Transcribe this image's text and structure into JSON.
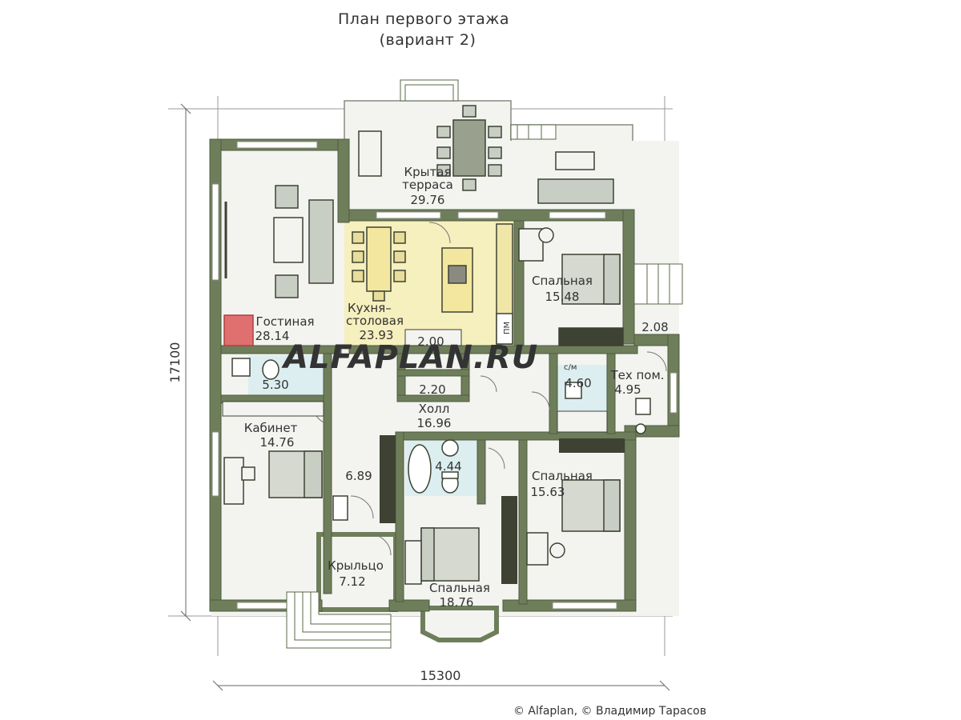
{
  "title": {
    "line1": "План первого этажа",
    "line2": "(вариант 2)"
  },
  "dimensions": {
    "width": "15300",
    "height": "17100"
  },
  "watermark": "ALFAPLAN.RU",
  "copyright": "© Alfaplan, © Владимир Тарасов",
  "rooms": [
    {
      "key": "terrace",
      "name": "Крытая терраса",
      "name_line1": "Крытая",
      "name_line2": "терраса",
      "area": "29.76"
    },
    {
      "key": "living",
      "name": "Гостиная",
      "area": "28.14"
    },
    {
      "key": "kitchen",
      "name": "Кухня–столовая",
      "name_line1": "Кухня–",
      "name_line2": "столовая",
      "area": "23.93"
    },
    {
      "key": "bedroom_ne",
      "name": "Спальная",
      "area": "15.48"
    },
    {
      "key": "porch_e",
      "area": "2.08"
    },
    {
      "key": "pantry",
      "area": "2.00"
    },
    {
      "key": "closet",
      "area": "2.20"
    },
    {
      "key": "wc_w",
      "area": "5.30"
    },
    {
      "key": "bath_e",
      "area": "4.60"
    },
    {
      "key": "tech",
      "name": "Тех пом.",
      "area": "4.95"
    },
    {
      "key": "hall",
      "name": "Холл",
      "area": "16.96"
    },
    {
      "key": "office",
      "name": "Кабинет",
      "area": "14.76"
    },
    {
      "key": "corridor",
      "area": "6.89"
    },
    {
      "key": "bath_c",
      "area": "4.44"
    },
    {
      "key": "bedroom_se",
      "name": "Спальная",
      "area": "15.63"
    },
    {
      "key": "entry",
      "name": "Крыльцо",
      "area": "7.12"
    },
    {
      "key": "bedroom_s",
      "name": "Спальная",
      "area": "18.76"
    }
  ],
  "fixture_labels": {
    "washer": "с/м",
    "fridge": "ПМ"
  },
  "colors": {
    "wall": "#6e7e5a",
    "wall_edge": "#4f5c3f",
    "floor": "#f3f4f0",
    "kitchen": "#f6efbe",
    "wet": "#ddeef1",
    "furniture": "#c8cec3",
    "dark": "#3d4232"
  }
}
